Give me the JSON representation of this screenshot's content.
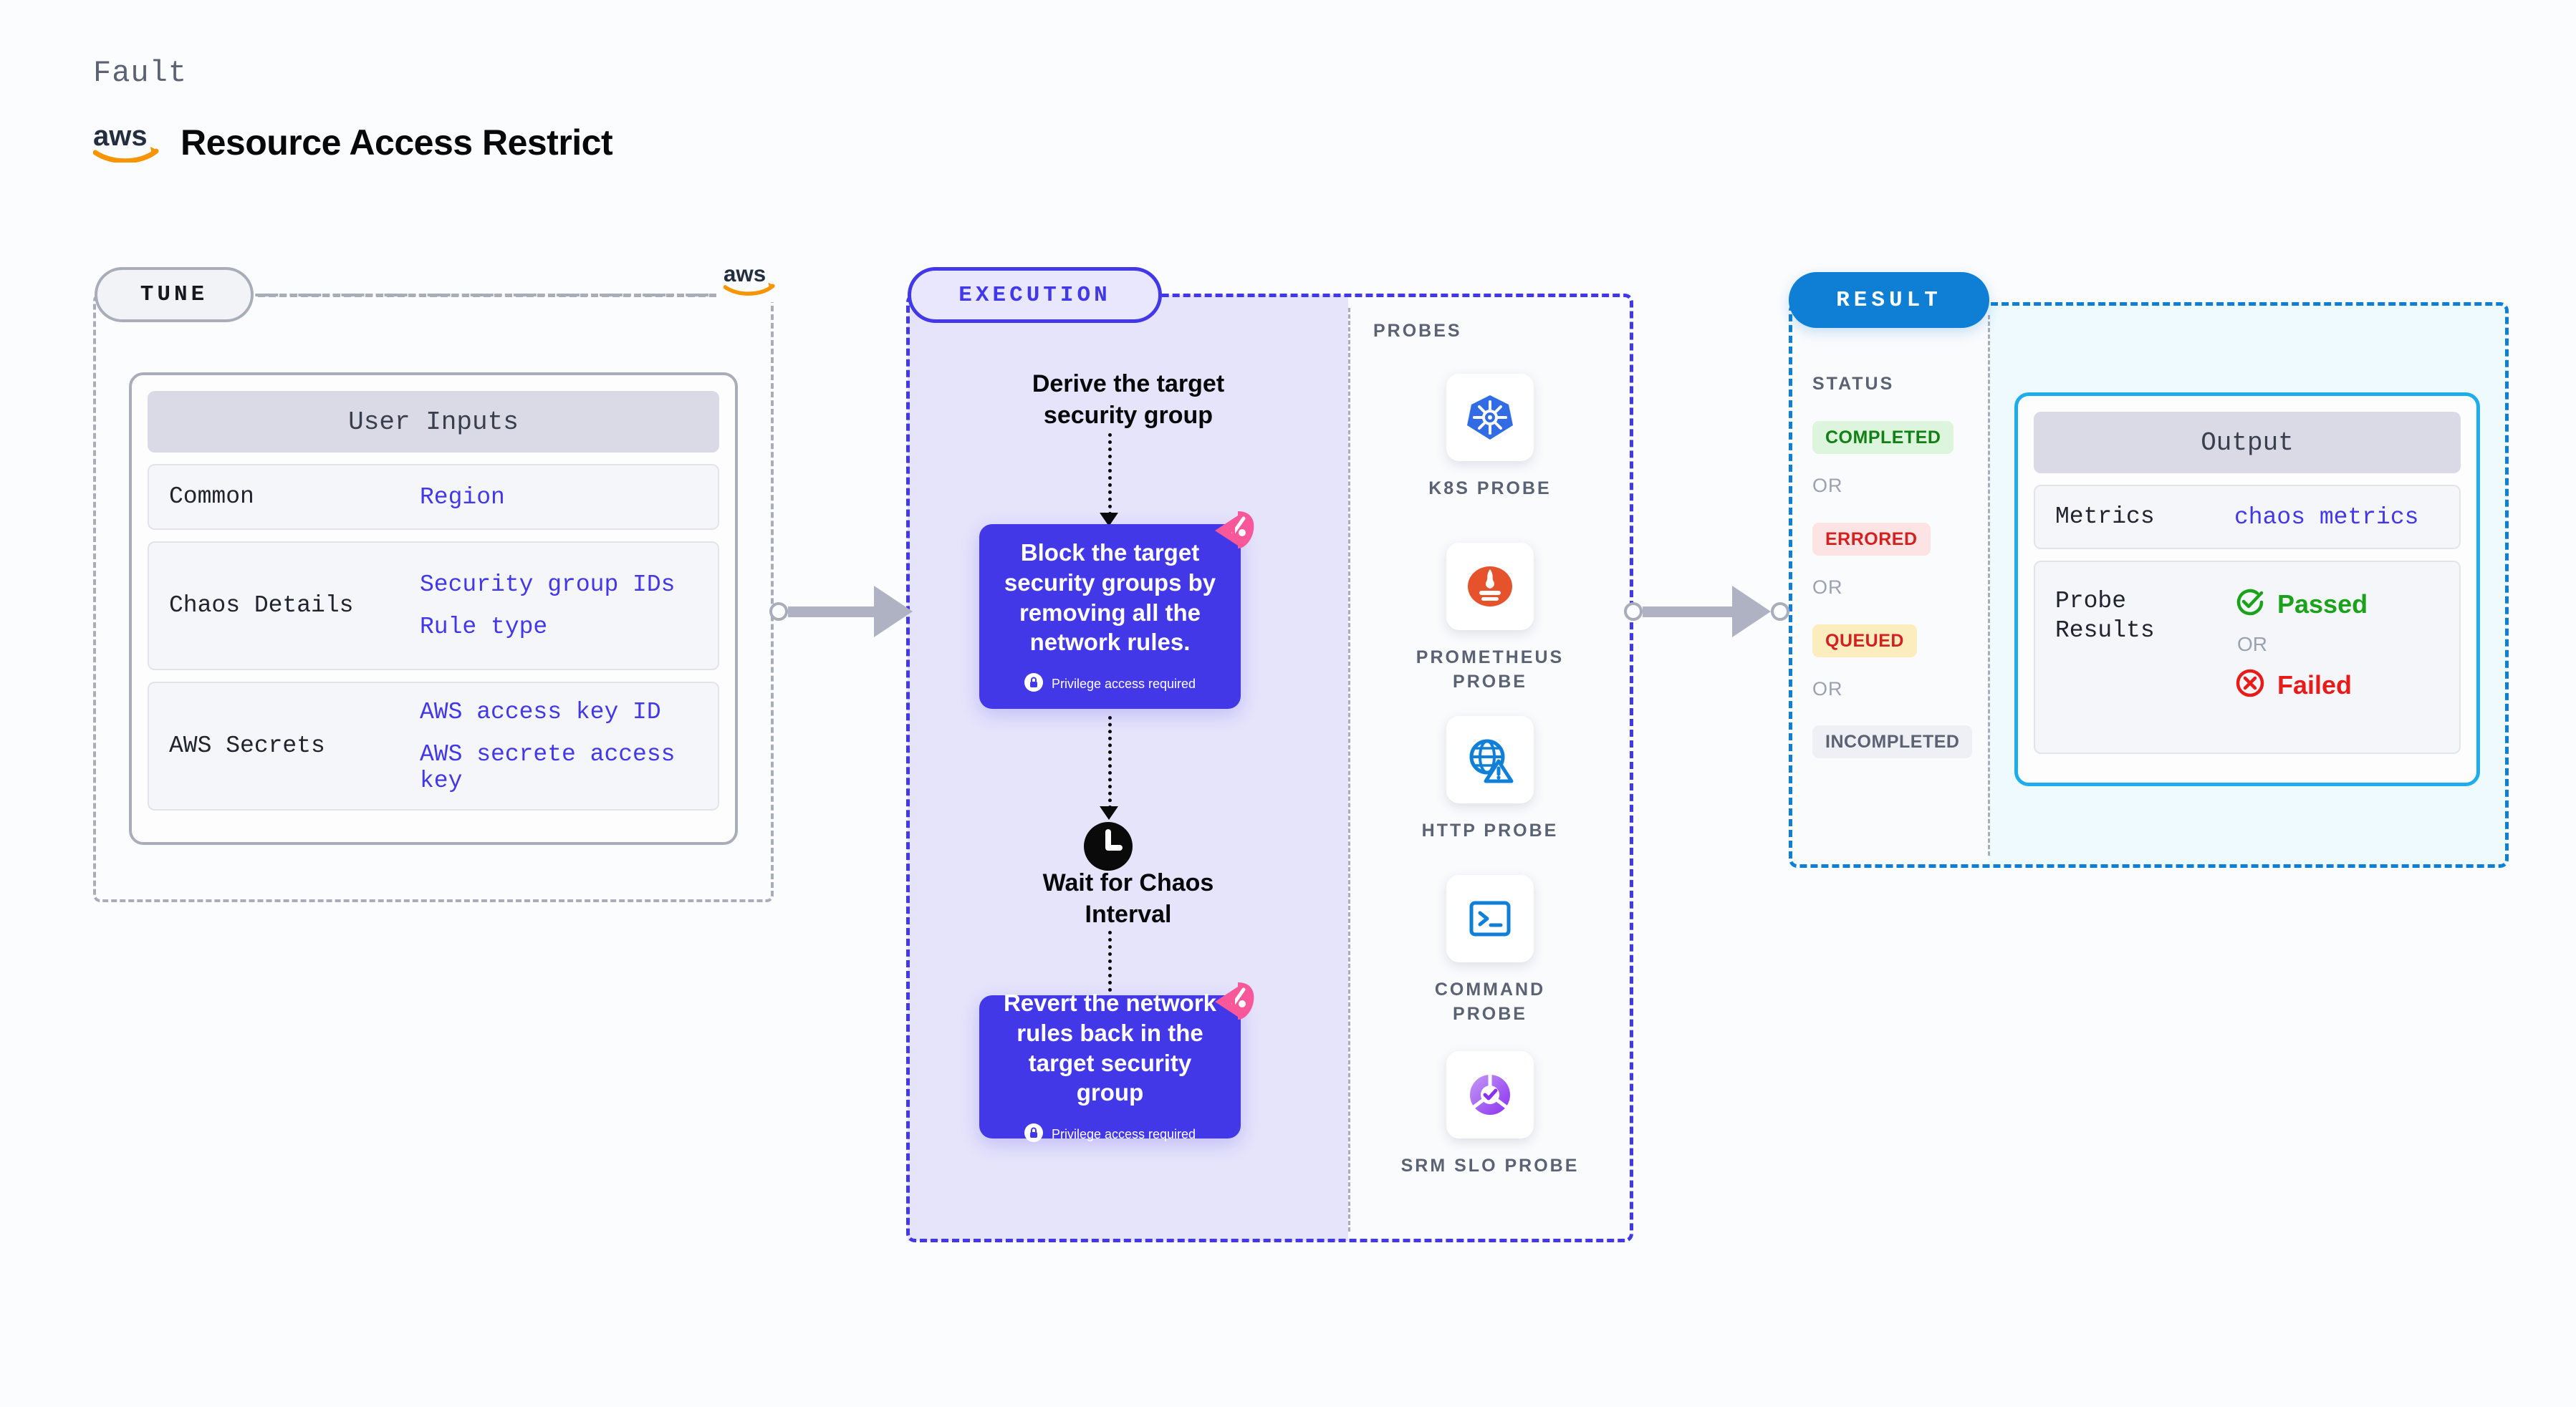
{
  "header": {
    "fault_label": "Fault",
    "title": "Resource Access Restrict",
    "provider_icon": "aws-logo"
  },
  "tune": {
    "badge": "TUNE",
    "provider_icon": "aws-logo",
    "card": {
      "title": "User Inputs",
      "rows": [
        {
          "key": "Common",
          "values": [
            "Region"
          ]
        },
        {
          "key": "Chaos Details",
          "values": [
            "Security group IDs",
            "Rule type"
          ]
        },
        {
          "key": "AWS Secrets",
          "values": [
            "AWS access key ID",
            "AWS secrete access key"
          ]
        }
      ]
    }
  },
  "execution": {
    "badge": "EXECUTION",
    "steps": [
      {
        "type": "label",
        "text": "Derive the target\nsecurity group"
      },
      {
        "type": "chaos",
        "text": "Block the target security groups by removing all the network rules.",
        "privilege": "Privilege access required",
        "badge_icon": "litmus-icon",
        "lock_icon": "lock-icon"
      },
      {
        "type": "wait",
        "text": "Wait for Chaos\nInterval",
        "icon": "clock-icon"
      },
      {
        "type": "chaos",
        "text": "Revert the network rules back in the target security group",
        "privilege": "Privilege access required",
        "badge_icon": "litmus-icon",
        "lock_icon": "lock-icon"
      }
    ],
    "probes": {
      "title": "PROBES",
      "items": [
        {
          "label": "K8S PROBE",
          "icon": "kubernetes-icon"
        },
        {
          "label": "PROMETHEUS PROBE",
          "icon": "prometheus-icon"
        },
        {
          "label": "HTTP PROBE",
          "icon": "http-globe-warning-icon"
        },
        {
          "label": "COMMAND PROBE",
          "icon": "terminal-icon"
        },
        {
          "label": "SRM SLO PROBE",
          "icon": "srm-slo-icon"
        }
      ]
    }
  },
  "result": {
    "badge": "RESULT",
    "status_title": "STATUS",
    "statuses": [
      {
        "label": "COMPLETED",
        "bg": "#dcf5dc",
        "fg": "#128015"
      },
      {
        "label": "ERRORED",
        "bg": "#fde4e4",
        "fg": "#d32020"
      },
      {
        "label": "QUEUED",
        "bg": "#fcedbe",
        "fg": "#d32020"
      },
      {
        "label": "INCOMPLETED",
        "bg": "#eef0f5",
        "fg": "#5a6273"
      }
    ],
    "or_label": "OR",
    "output": {
      "title": "Output",
      "rows": [
        {
          "key": "Metrics",
          "values": [
            "chaos metrics"
          ]
        },
        {
          "key": "Probe Results",
          "passed": "Passed",
          "or": "OR",
          "failed": "Failed",
          "pass_icon": "check-circle-icon",
          "fail_icon": "x-circle-icon"
        }
      ]
    }
  },
  "colors": {
    "accent_purple": "#4338e8",
    "accent_blue": "#0e7fd4",
    "cyan_border": "#1eadeb",
    "litmus_pink": "#f8589a",
    "aws_orange": "#f79400",
    "dashed_gray": "#a8adb9"
  }
}
